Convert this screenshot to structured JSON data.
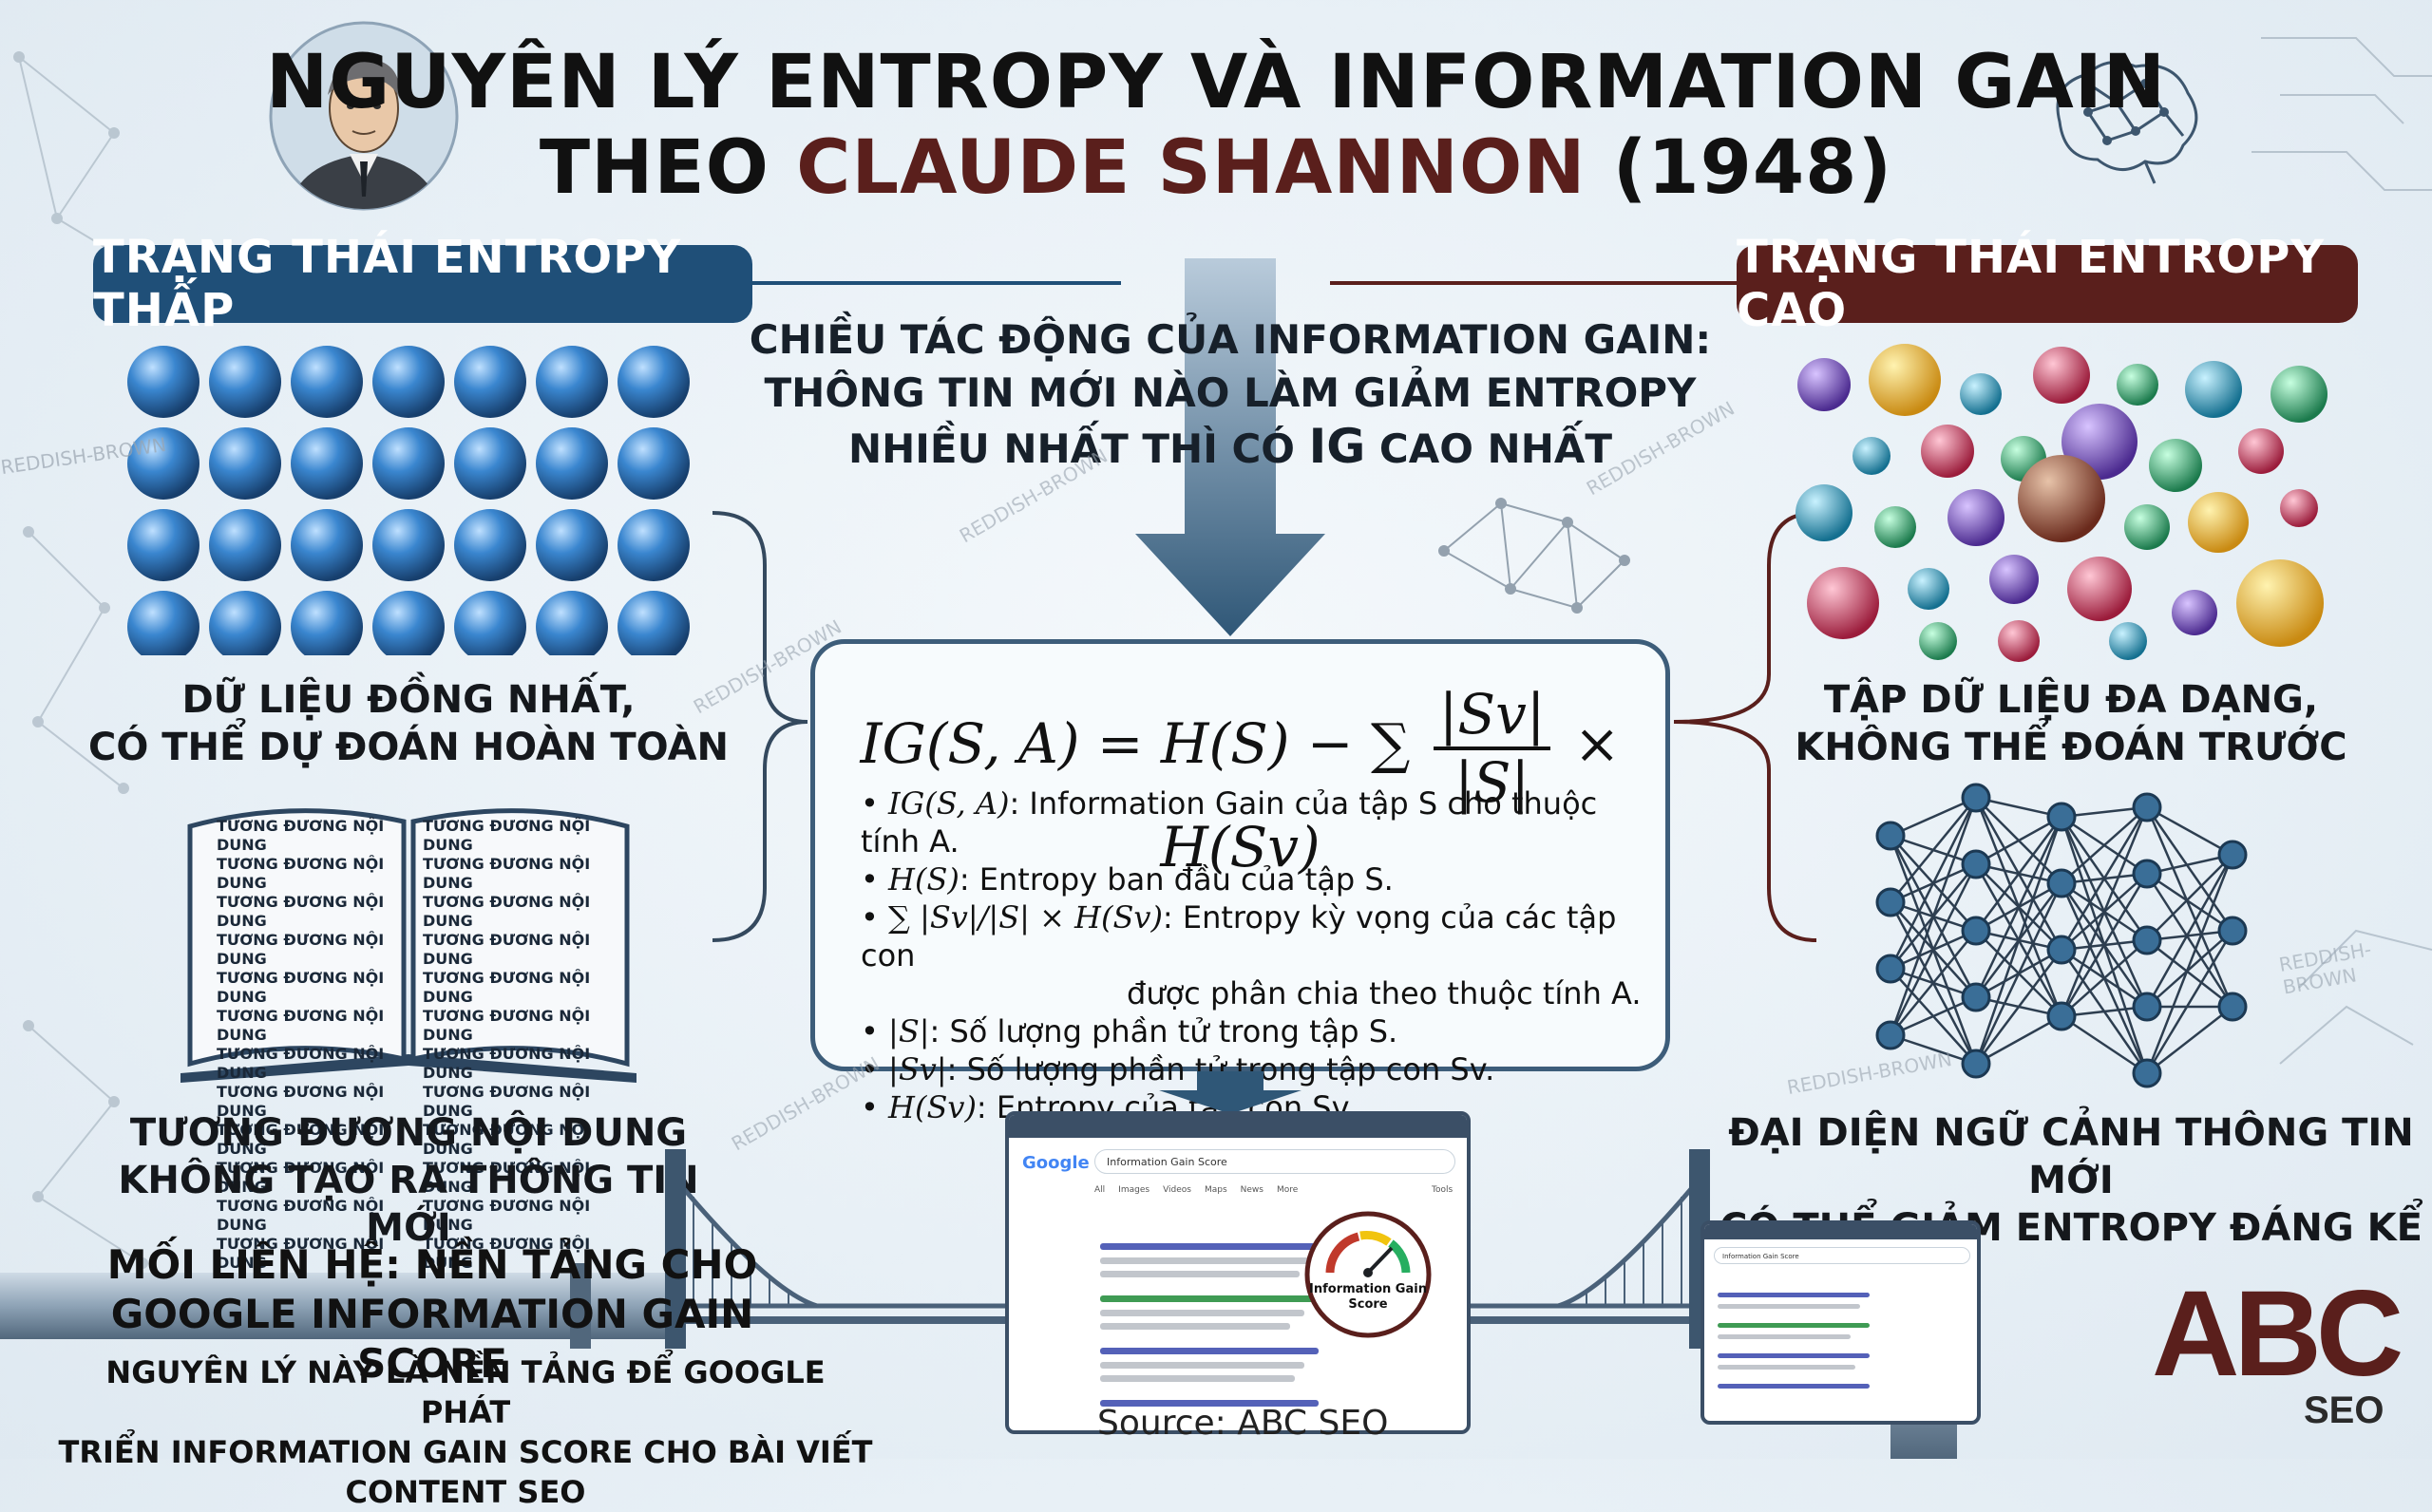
{
  "title": {
    "line1": "NGUYÊN LÝ ENTROPY VÀ INFORMATION GAIN",
    "line2_prefix": "THEO ",
    "line2_accent": "CLAUDE SHANNON",
    "line2_suffix": " (1948)"
  },
  "left": {
    "header": "TRẠNG THÁI ENTROPY THẤP",
    "caption1_line1": "DỮ LIỆU ĐỒNG NHẤT,",
    "caption1_line2": "CÓ THỂ DỰ ĐOÁN HOÀN TOÀN",
    "book_text": "TƯƠNG ĐƯƠNG NỘI DUNG",
    "caption2_line1": "TƯƠNG ĐƯƠNG NỘI DUNG",
    "caption2_line2": "KHÔNG TẠO RA THÔNG TIN MỚI"
  },
  "right": {
    "header": "TRẠNG THÁI ENTROPY CAO",
    "caption1_line1": "TẬP DỮ LIỆU ĐA DẠNG,",
    "caption1_line2": "KHÔNG THỂ ĐOÁN TRƯỚC",
    "caption2_line1": "ĐẠI DIỆN NGỮ CẢNH THÔNG TIN MỚI",
    "caption2_line2": "CÓ THỂ GIẢM ENTROPY ĐÁNG KỂ"
  },
  "center": {
    "question_line1": "CHIỀU TÁC ĐỘNG CỦA INFORMATION GAIN:",
    "question_line2": "THÔNG TIN MỚI NÀO LÀM GIẢM ENTROPY",
    "question_line3_prefix": "NHIỀU NHẤT THÌ CÓ ",
    "question_line3_ig": "IG",
    "question_line3_suffix": " CAO NHẤT",
    "formula": {
      "lhs": "IG(S, A) = H(S) − ∑",
      "frac_num": "|Sv|",
      "frac_den": "|S|",
      "rhs": "× H(Sv)"
    },
    "bullets": [
      {
        "sym": "IG(S, A)",
        "text": ": Information Gain của tập S cho thuộc tính A."
      },
      {
        "sym": "H(S)",
        "text": ": Entropy ban đầu của tập S."
      },
      {
        "sym": "∑ |Sv|/|S| × H(Sv)",
        "text": ": Entropy kỳ vọng của các tập con",
        "text2": "được phân chia theo thuộc tính A."
      },
      {
        "sym": "|S|",
        "text": ": Số lượng phần tử trong tập S."
      },
      {
        "sym": "|Sv|",
        "text": ": Số lượng phần tử trong tập con Sv."
      },
      {
        "sym": "H(Sv)",
        "text": ": Entropy của tập con Sv."
      }
    ]
  },
  "bottom": {
    "head_line1": "MỐI LIÊN HỆ: NỀN TẢNG CHO",
    "head_line2": "GOOGLE INFORMATION GAIN SCORE",
    "sub_line1": "NGUYÊN LÝ NÀY LÀ NỀN TẢNG ĐỂ GOOGLE PHÁT",
    "sub_line2": "TRIỂN INFORMATION GAIN SCORE CHO BÀI VIẾT CONTENT SEO",
    "source": "Source: ABC SEO",
    "search_query": "Information Gain Score",
    "google_logo": "Google",
    "gauge_label_line1": "Information Gain",
    "gauge_label_line2": "Score",
    "tabs": [
      "All",
      "Images",
      "Videos",
      "Maps",
      "News",
      "More"
    ],
    "tools": "Tools"
  },
  "watermark": "REDDISH-BROWN",
  "logo": {
    "main": "ABC",
    "sub": "SEO"
  },
  "colors": {
    "low_blue": "#1f4f78",
    "high_red": "#5a1f1c",
    "ball_blue": "#2e78c2"
  }
}
